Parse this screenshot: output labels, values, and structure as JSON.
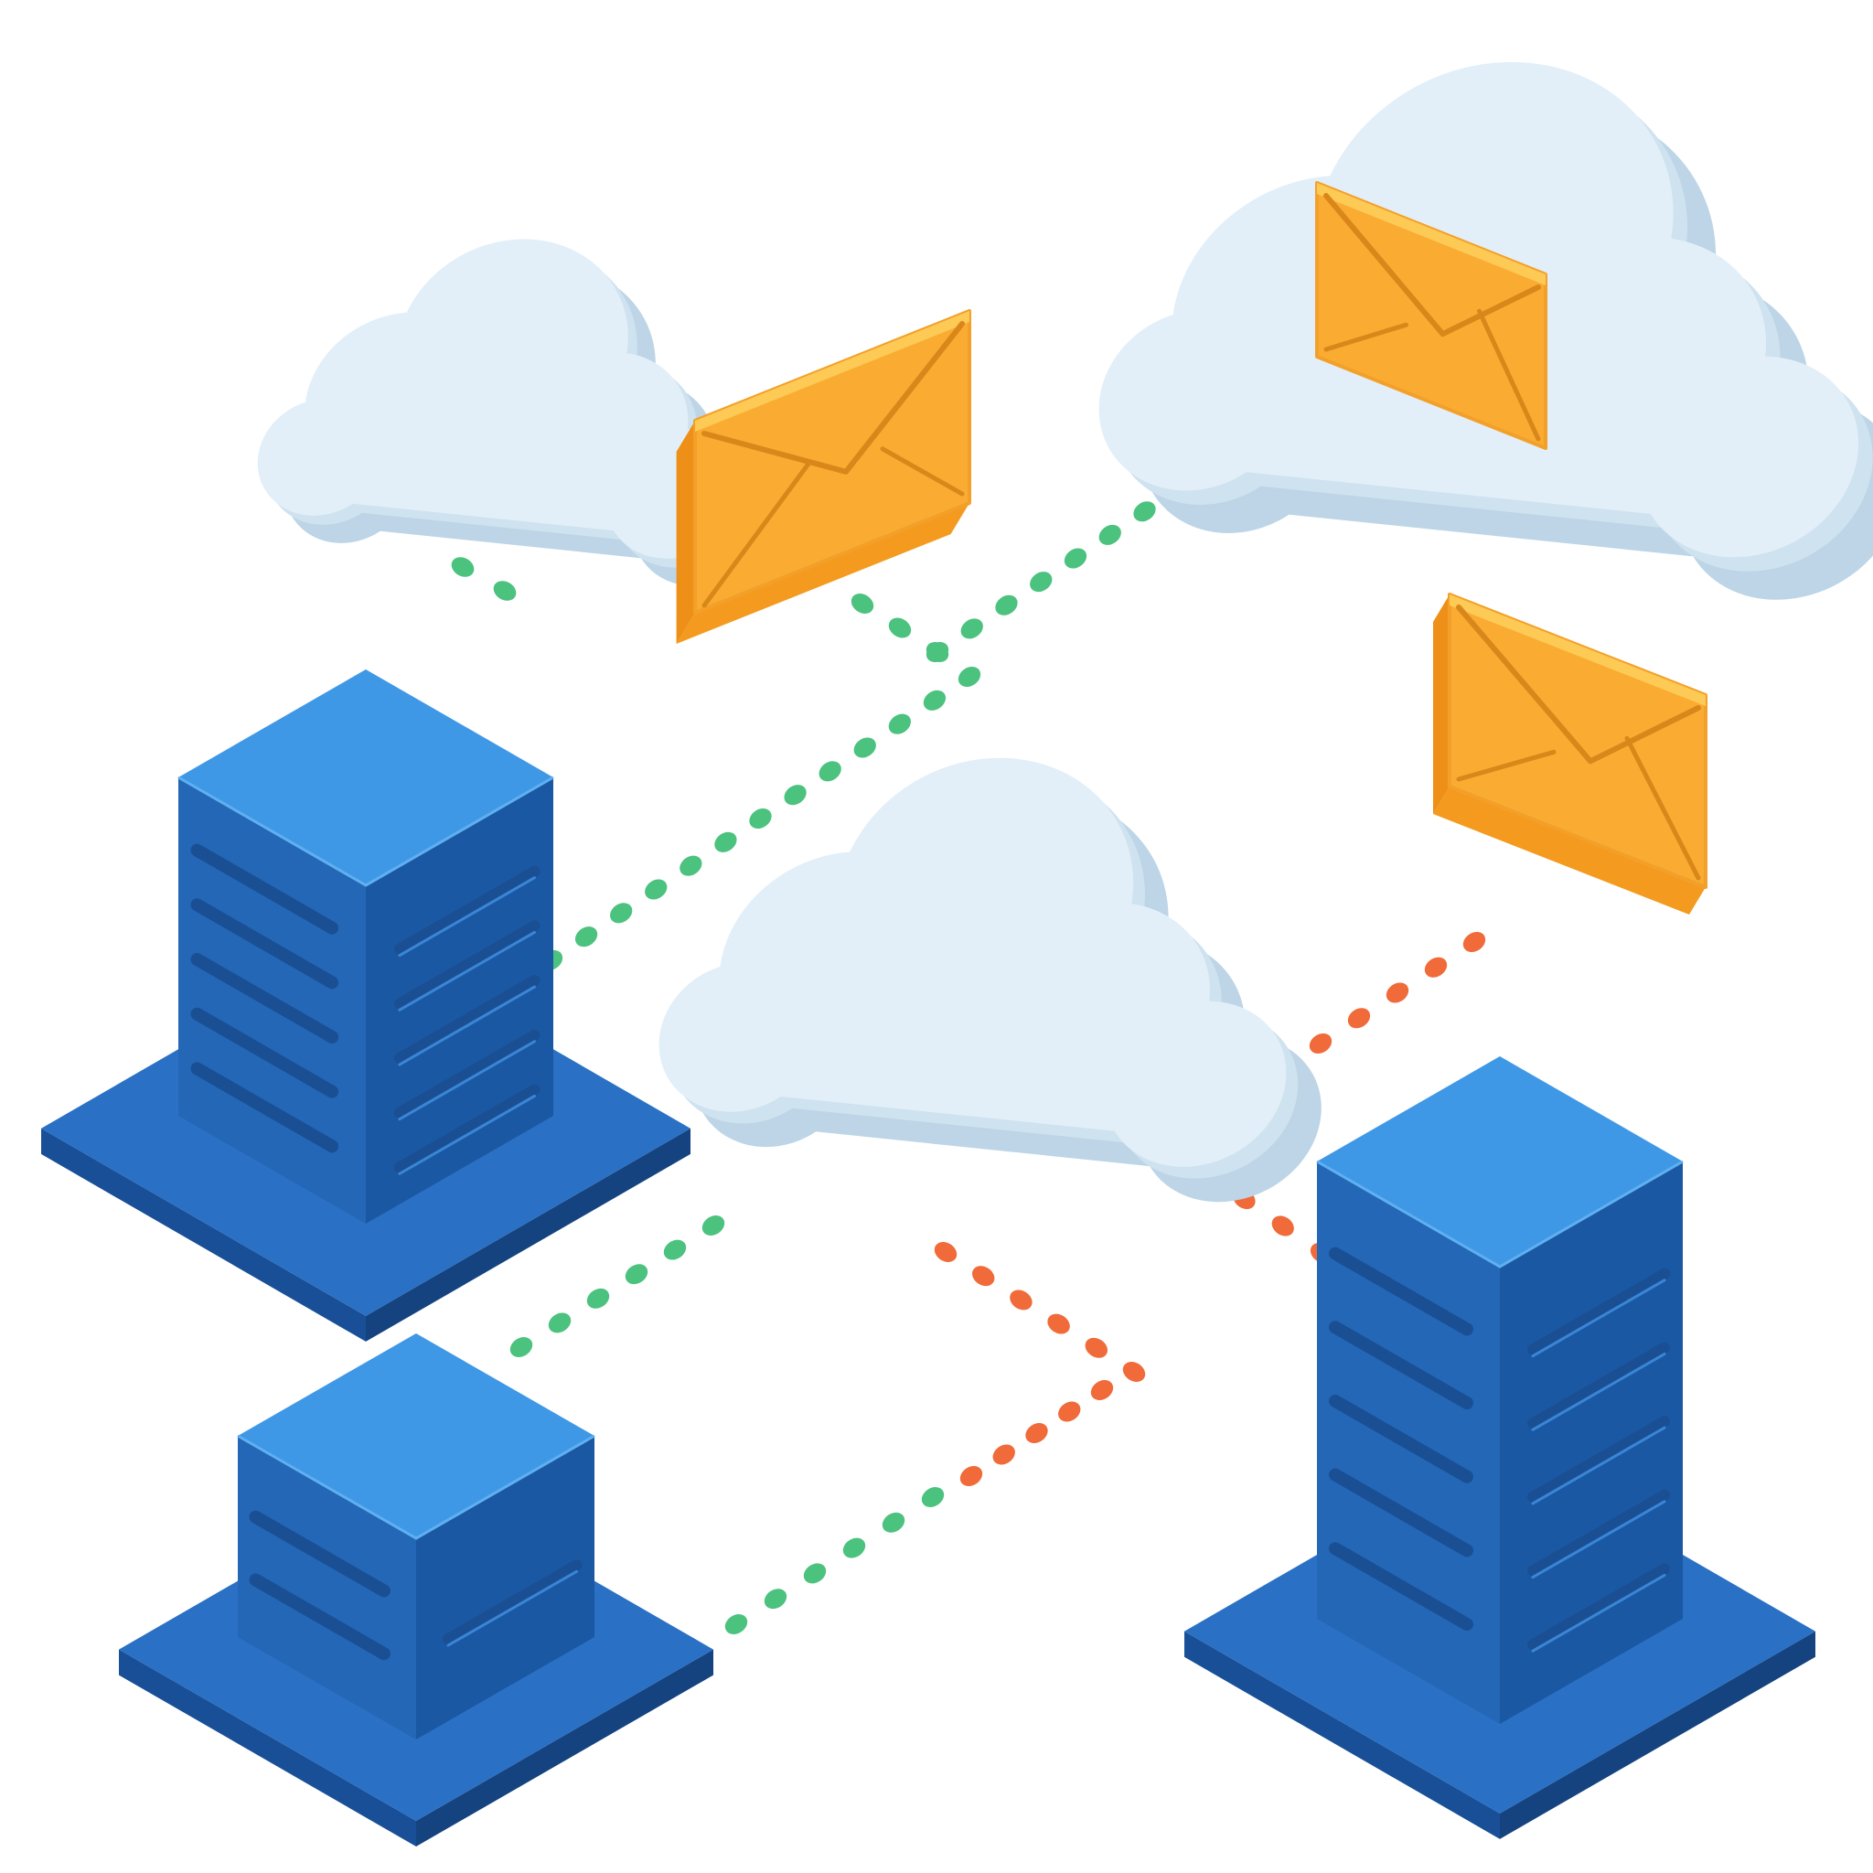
{
  "scene": {
    "background": "#ffffff",
    "colors": {
      "server_top": "#3f98e6",
      "server_front_left": "#2367b6",
      "server_front_right": "#1b58a3",
      "server_base_top": "#2a70c4",
      "server_base_side": "#184f96",
      "vent": "#1a4f93",
      "cloud_light": "#e2eff8",
      "cloud_mid": "#cfe2ef",
      "cloud_dark": "#bdd5e6",
      "envelope_front": "#f9ac31",
      "envelope_side": "#f49a1f",
      "envelope_line": "#d9871a",
      "link_healthy": "#4cc27f",
      "link_error": "#f06a3a"
    },
    "objects": [
      {
        "name": "server-tower-left",
        "icon": "server-icon"
      },
      {
        "name": "server-small-bottom-left",
        "icon": "server-icon"
      },
      {
        "name": "server-tower-right",
        "icon": "server-icon"
      },
      {
        "name": "cloud-small-top-left",
        "icon": "cloud-icon"
      },
      {
        "name": "cloud-center",
        "icon": "cloud-icon"
      },
      {
        "name": "cloud-large-top-right",
        "icon": "cloud-icon"
      },
      {
        "name": "envelope-top-center",
        "icon": "envelope-icon"
      },
      {
        "name": "envelope-in-cloud",
        "icon": "envelope-icon"
      },
      {
        "name": "envelope-right",
        "icon": "envelope-icon"
      }
    ],
    "links": [
      {
        "name": "link-cloud-small-stub",
        "status": "healthy"
      },
      {
        "name": "link-envelope-to-junction",
        "status": "healthy"
      },
      {
        "name": "link-junction-to-large-cloud",
        "status": "healthy"
      },
      {
        "name": "link-junction-to-server-left",
        "status": "healthy"
      },
      {
        "name": "link-center-cloud-to-small-server",
        "status": "healthy"
      },
      {
        "name": "link-small-server-to-error-junction",
        "status": "healthy"
      },
      {
        "name": "link-center-cloud-to-error-junction",
        "status": "error"
      },
      {
        "name": "link-error-junction-to-bottom",
        "status": "error"
      },
      {
        "name": "link-envelope-right-to-junction",
        "status": "error"
      },
      {
        "name": "link-junction-to-server-right",
        "status": "error"
      }
    ]
  }
}
